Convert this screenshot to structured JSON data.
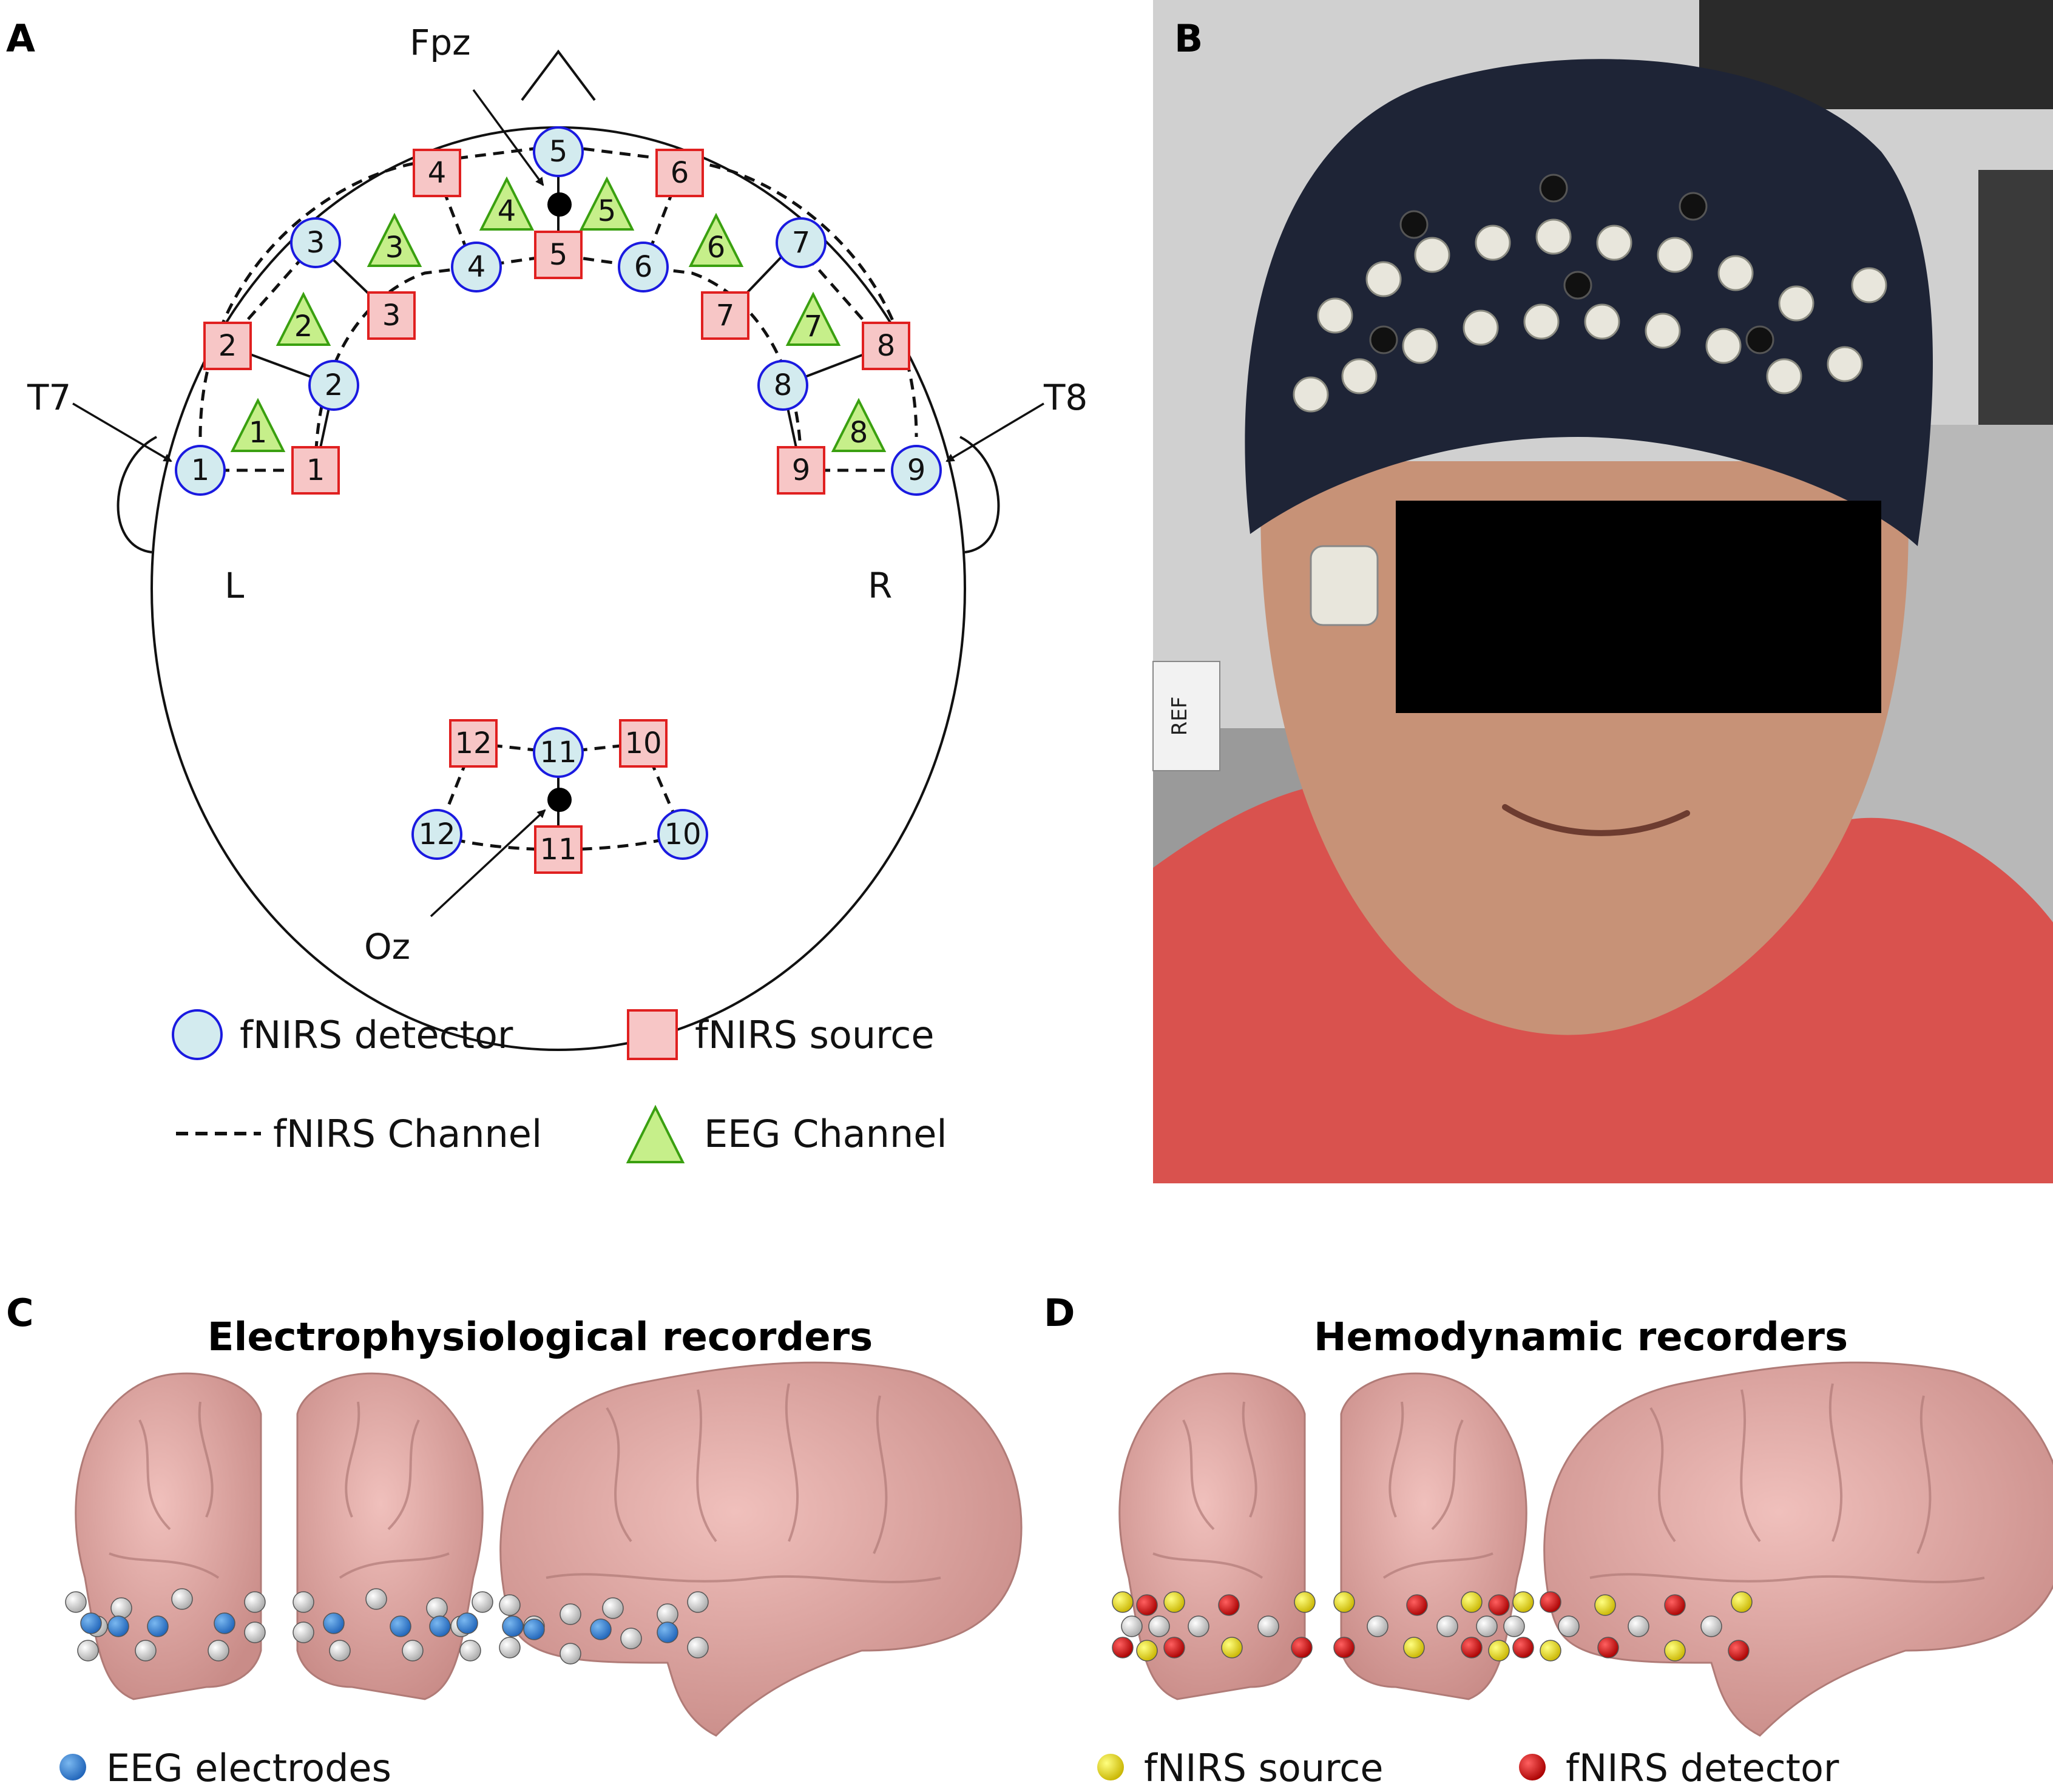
{
  "panels": {
    "a": "A",
    "b": "B",
    "c": "C",
    "d": "D"
  },
  "landmarks": {
    "fpz": "Fpz",
    "oz": "Oz",
    "t7": "T7",
    "t8": "T8",
    "left": "L",
    "right": "R"
  },
  "detectors": [
    "1",
    "2",
    "3",
    "4",
    "5",
    "6",
    "7",
    "8",
    "9",
    "10",
    "11",
    "12"
  ],
  "sources": [
    "1",
    "2",
    "3",
    "4",
    "5",
    "6",
    "7",
    "8",
    "9",
    "10",
    "11",
    "12"
  ],
  "eeg_channels": [
    "1",
    "2",
    "3",
    "4",
    "5",
    "6",
    "7",
    "8"
  ],
  "legend": {
    "detector": "fNIRS detector",
    "source": "fNIRS source",
    "channel": "fNIRS Channel",
    "eeg": "EEG Channel"
  },
  "panel_b": {
    "label_ref": "REF"
  },
  "panel_c": {
    "title": "Electrophysiological recorders",
    "legend": "EEG electrodes"
  },
  "panel_d": {
    "title": "Hemodynamic recorders",
    "legend_source": "fNIRS source",
    "legend_detector": "fNIRS detector"
  },
  "colors": {
    "detector_fill": "#d3ebef",
    "detector_stroke": "#1a1ae0",
    "source_fill": "#f7c6c6",
    "source_stroke": "#e02020",
    "eeg_fill": "#c6ef8a",
    "eeg_stroke": "#3aa010",
    "brain": "#e6a9a5",
    "eeg_dot": "#3a86d8",
    "src_dot": "#f5e400",
    "det_dot": "#e01010",
    "white_dot": "#e8e8e8"
  }
}
